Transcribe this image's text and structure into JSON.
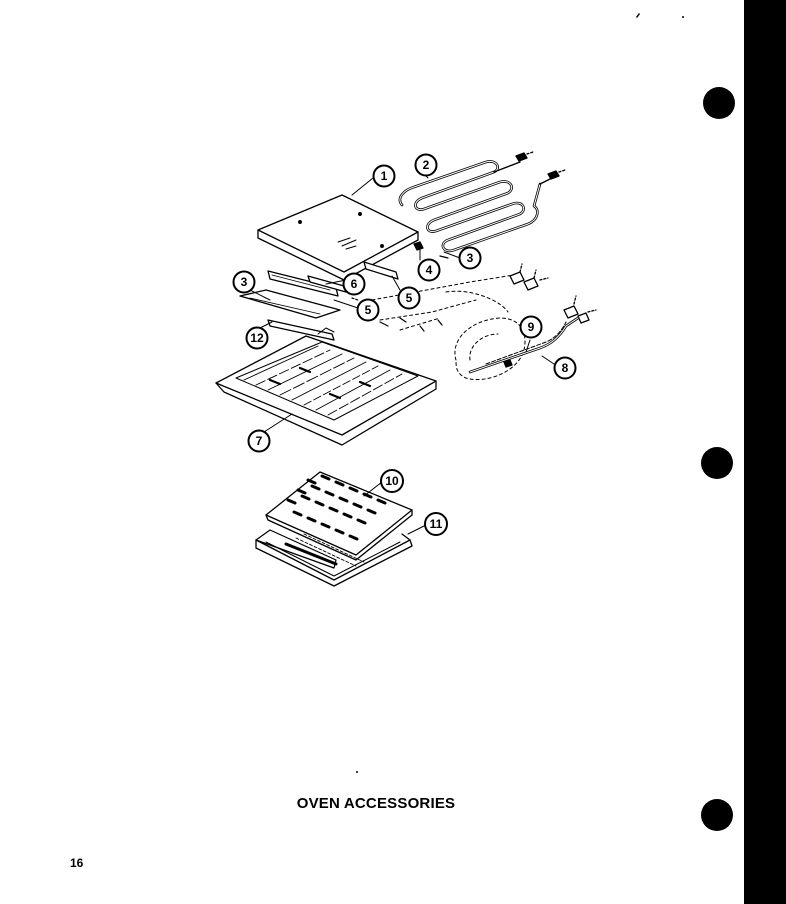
{
  "caption": "OVEN ACCESSORIES",
  "page_number": "16",
  "callouts": [
    "1",
    "2",
    "3",
    "3",
    "4",
    "5",
    "5",
    "6",
    "7",
    "8",
    "9",
    "10",
    "11",
    "12"
  ],
  "parts": [
    "broil-element-cover",
    "broil-element",
    "screw",
    "screw",
    "terminal",
    "bracket",
    "bracket",
    "shield",
    "oven-bottom",
    "bake-element",
    "bake-terminal",
    "broil-pan-insert",
    "broil-pan",
    "screw-bracket"
  ],
  "colors": {
    "ink": "#000000",
    "paper": "#ffffff"
  }
}
